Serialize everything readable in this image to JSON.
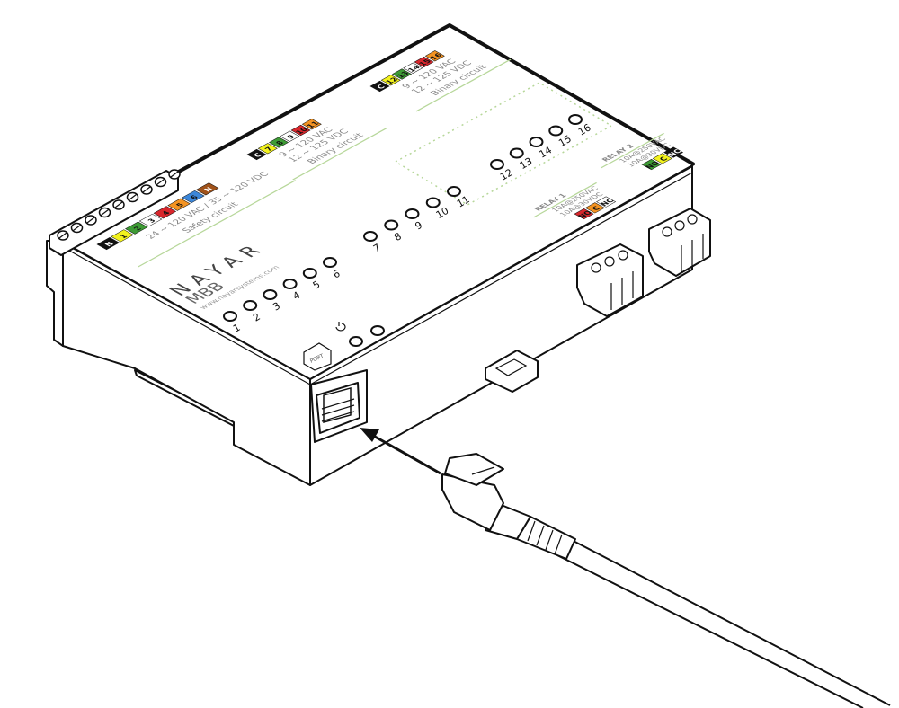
{
  "device": {
    "brand": "NAYAR",
    "model": "MBB",
    "website": "www.nayarsystems.com",
    "port_label": "PORT",
    "safety_circuit": {
      "terminals": [
        {
          "label": "N",
          "color": "#111111",
          "text": "#ffffff"
        },
        {
          "label": "1",
          "color": "#f2f21e",
          "text": "#111111"
        },
        {
          "label": "2",
          "color": "#3e9b35",
          "text": "#111111"
        },
        {
          "label": "3",
          "color": "#ffffff",
          "text": "#111111"
        },
        {
          "label": "4",
          "color": "#d8262c",
          "text": "#111111"
        },
        {
          "label": "5",
          "color": "#f39322",
          "text": "#111111"
        },
        {
          "label": "6",
          "color": "#3c86d8",
          "text": "#111111"
        },
        {
          "label": "N",
          "color": "#a0521a",
          "text": "#ffffff"
        }
      ],
      "rating": "24 ~ 120 VAC / 35 ~ 120 VDC",
      "title": "Safety circuit"
    },
    "binary_circuit_1": {
      "terminals": [
        {
          "label": "C",
          "color": "#111111",
          "text": "#ffffff"
        },
        {
          "label": "7",
          "color": "#f2f21e",
          "text": "#111111"
        },
        {
          "label": "8",
          "color": "#3e9b35",
          "text": "#111111"
        },
        {
          "label": "9",
          "color": "#ffffff",
          "text": "#111111"
        },
        {
          "label": "10",
          "color": "#d8262c",
          "text": "#111111"
        },
        {
          "label": "11",
          "color": "#f39322",
          "text": "#111111"
        }
      ],
      "rating_ac": "9 ~ 120 VAC",
      "rating_dc": "12 ~ 125 VDC",
      "title": "Binary circuit"
    },
    "binary_circuit_2": {
      "terminals": [
        {
          "label": "C",
          "color": "#111111",
          "text": "#ffffff"
        },
        {
          "label": "12",
          "color": "#f2f21e",
          "text": "#111111"
        },
        {
          "label": "13",
          "color": "#3e9b35",
          "text": "#111111"
        },
        {
          "label": "14",
          "color": "#ffffff",
          "text": "#111111"
        },
        {
          "label": "15",
          "color": "#d8262c",
          "text": "#111111"
        },
        {
          "label": "16",
          "color": "#f39322",
          "text": "#111111"
        }
      ],
      "rating_ac": "9 ~ 120 VAC",
      "rating_dc": "12 ~ 125 VDC",
      "title": "Binary circuit"
    },
    "relay_1": {
      "title": "RELAY 1",
      "rating_ac": "10A@250VAC",
      "rating_dc": "10A@30VDC",
      "terminals": [
        {
          "label": "NO",
          "color": "#d8262c",
          "text": "#111111"
        },
        {
          "label": "C",
          "color": "#f39322",
          "text": "#111111"
        },
        {
          "label": "NC",
          "color": "#ffffff",
          "text": "#111111"
        }
      ]
    },
    "relay_2": {
      "title": "RELAY 2",
      "rating_ac": "10A@250VAC",
      "rating_dc": "10A@30VDC",
      "terminals": [
        {
          "label": "NO",
          "color": "#3e9b35",
          "text": "#111111"
        },
        {
          "label": "C",
          "color": "#f2f21e",
          "text": "#111111"
        },
        {
          "label": "NC",
          "color": "#111111",
          "text": "#ffffff"
        }
      ]
    },
    "led_labels": [
      "1",
      "2",
      "3",
      "4",
      "5",
      "6",
      "7",
      "8",
      "9",
      "10",
      "11",
      "12",
      "13",
      "14",
      "15",
      "16"
    ]
  },
  "accent_line_color": "#b7d79a",
  "icons": [
    "power-icon",
    "arrow-icon",
    "ethernet-cable-icon",
    "rj45-port-icon"
  ]
}
